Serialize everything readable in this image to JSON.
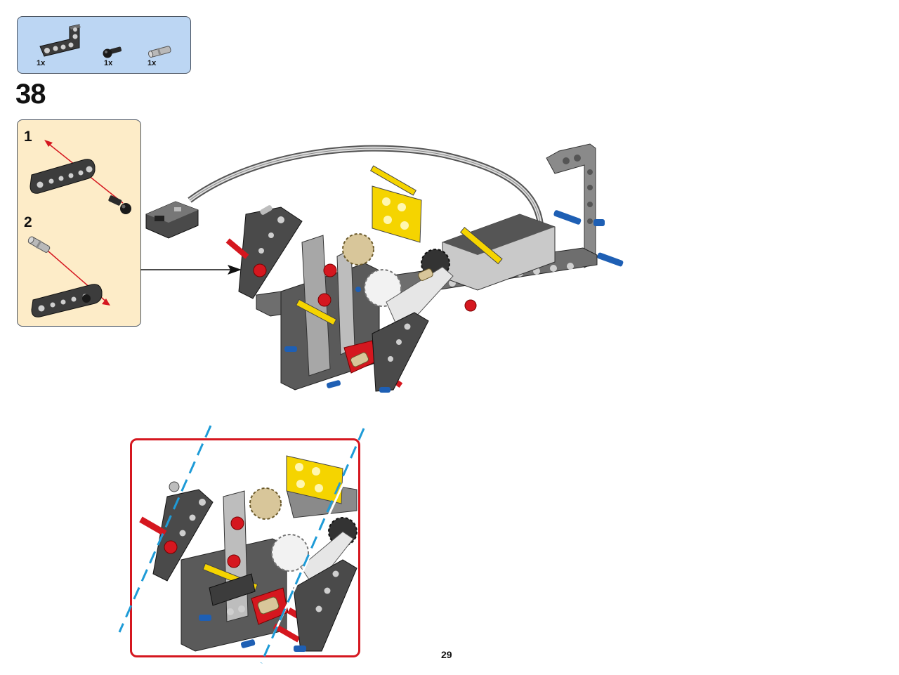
{
  "parts_list": {
    "items": [
      {
        "icon": "l-beam-icon",
        "qty": "1x"
      },
      {
        "icon": "black-pin-icon",
        "qty": "1x"
      },
      {
        "icon": "grey-pin-icon",
        "qty": "1x"
      }
    ]
  },
  "step": {
    "number": "38"
  },
  "substeps": [
    {
      "number": "1"
    },
    {
      "number": "2"
    }
  ],
  "page": {
    "number": "29"
  },
  "colors": {
    "parts_box_bg": "#bcd6f3",
    "substep_box_bg": "#fdecc8",
    "detail_frame": "#d5171f",
    "guide_line": "#1e9bd7",
    "dark_grey": "#4a4a4a",
    "light_grey": "#a7a7a7",
    "red": "#d5171f",
    "yellow": "#f5d400",
    "blue": "#1e5fb4",
    "tan": "#d8c69a"
  }
}
